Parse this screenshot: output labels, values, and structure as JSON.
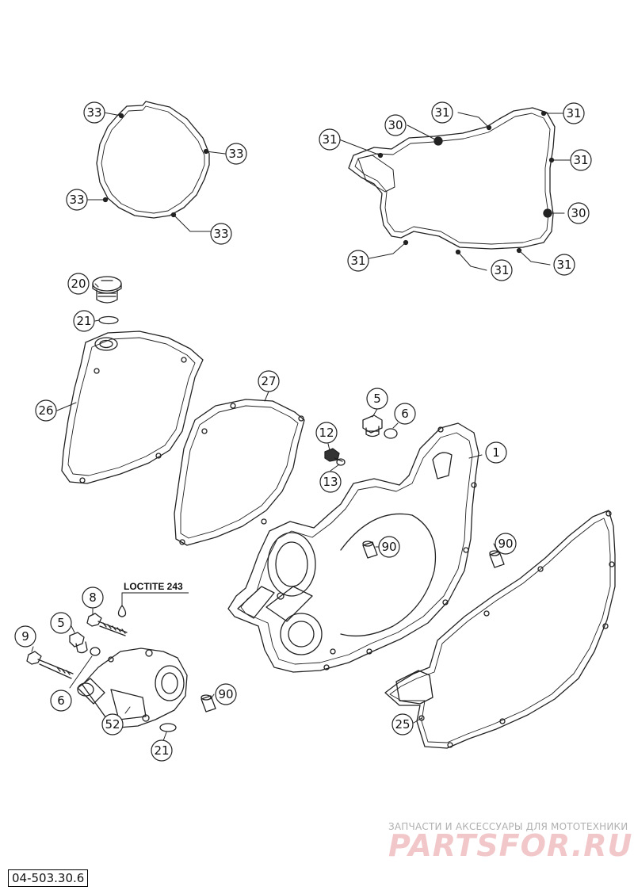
{
  "diagram_part_number": "04-503.30.6",
  "loctite_label": "LOCTITE 243",
  "watermark": {
    "caption": "ЗАПЧАСТИ И АКСЕССУАРЫ ДЛЯ МОТОТЕХНИКИ",
    "brand": "PARTSFOR.RU",
    "color": "#e8a6aa"
  },
  "callouts": [
    {
      "id": "c33a",
      "label": "33"
    },
    {
      "id": "c33b",
      "label": "33"
    },
    {
      "id": "c33c",
      "label": "33"
    },
    {
      "id": "c33d",
      "label": "33"
    },
    {
      "id": "c31a",
      "label": "31"
    },
    {
      "id": "c31b",
      "label": "31"
    },
    {
      "id": "c31c",
      "label": "31"
    },
    {
      "id": "c31d",
      "label": "31"
    },
    {
      "id": "c31e",
      "label": "31"
    },
    {
      "id": "c31f",
      "label": "31"
    },
    {
      "id": "c31g",
      "label": "31"
    },
    {
      "id": "c30a",
      "label": "30"
    },
    {
      "id": "c30b",
      "label": "30"
    },
    {
      "id": "c20",
      "label": "20"
    },
    {
      "id": "c21a",
      "label": "21"
    },
    {
      "id": "c26",
      "label": "26"
    },
    {
      "id": "c27",
      "label": "27"
    },
    {
      "id": "c5a",
      "label": "5"
    },
    {
      "id": "c6a",
      "label": "6"
    },
    {
      "id": "c12",
      "label": "12"
    },
    {
      "id": "c13",
      "label": "13"
    },
    {
      "id": "c1",
      "label": "1"
    },
    {
      "id": "c90a",
      "label": "90"
    },
    {
      "id": "c90b",
      "label": "90"
    },
    {
      "id": "c8",
      "label": "8"
    },
    {
      "id": "c5b",
      "label": "5"
    },
    {
      "id": "c9",
      "label": "9"
    },
    {
      "id": "c6b",
      "label": "6"
    },
    {
      "id": "c52",
      "label": "52"
    },
    {
      "id": "c21b",
      "label": "21"
    },
    {
      "id": "c90c",
      "label": "90"
    },
    {
      "id": "c25",
      "label": "25"
    }
  ]
}
